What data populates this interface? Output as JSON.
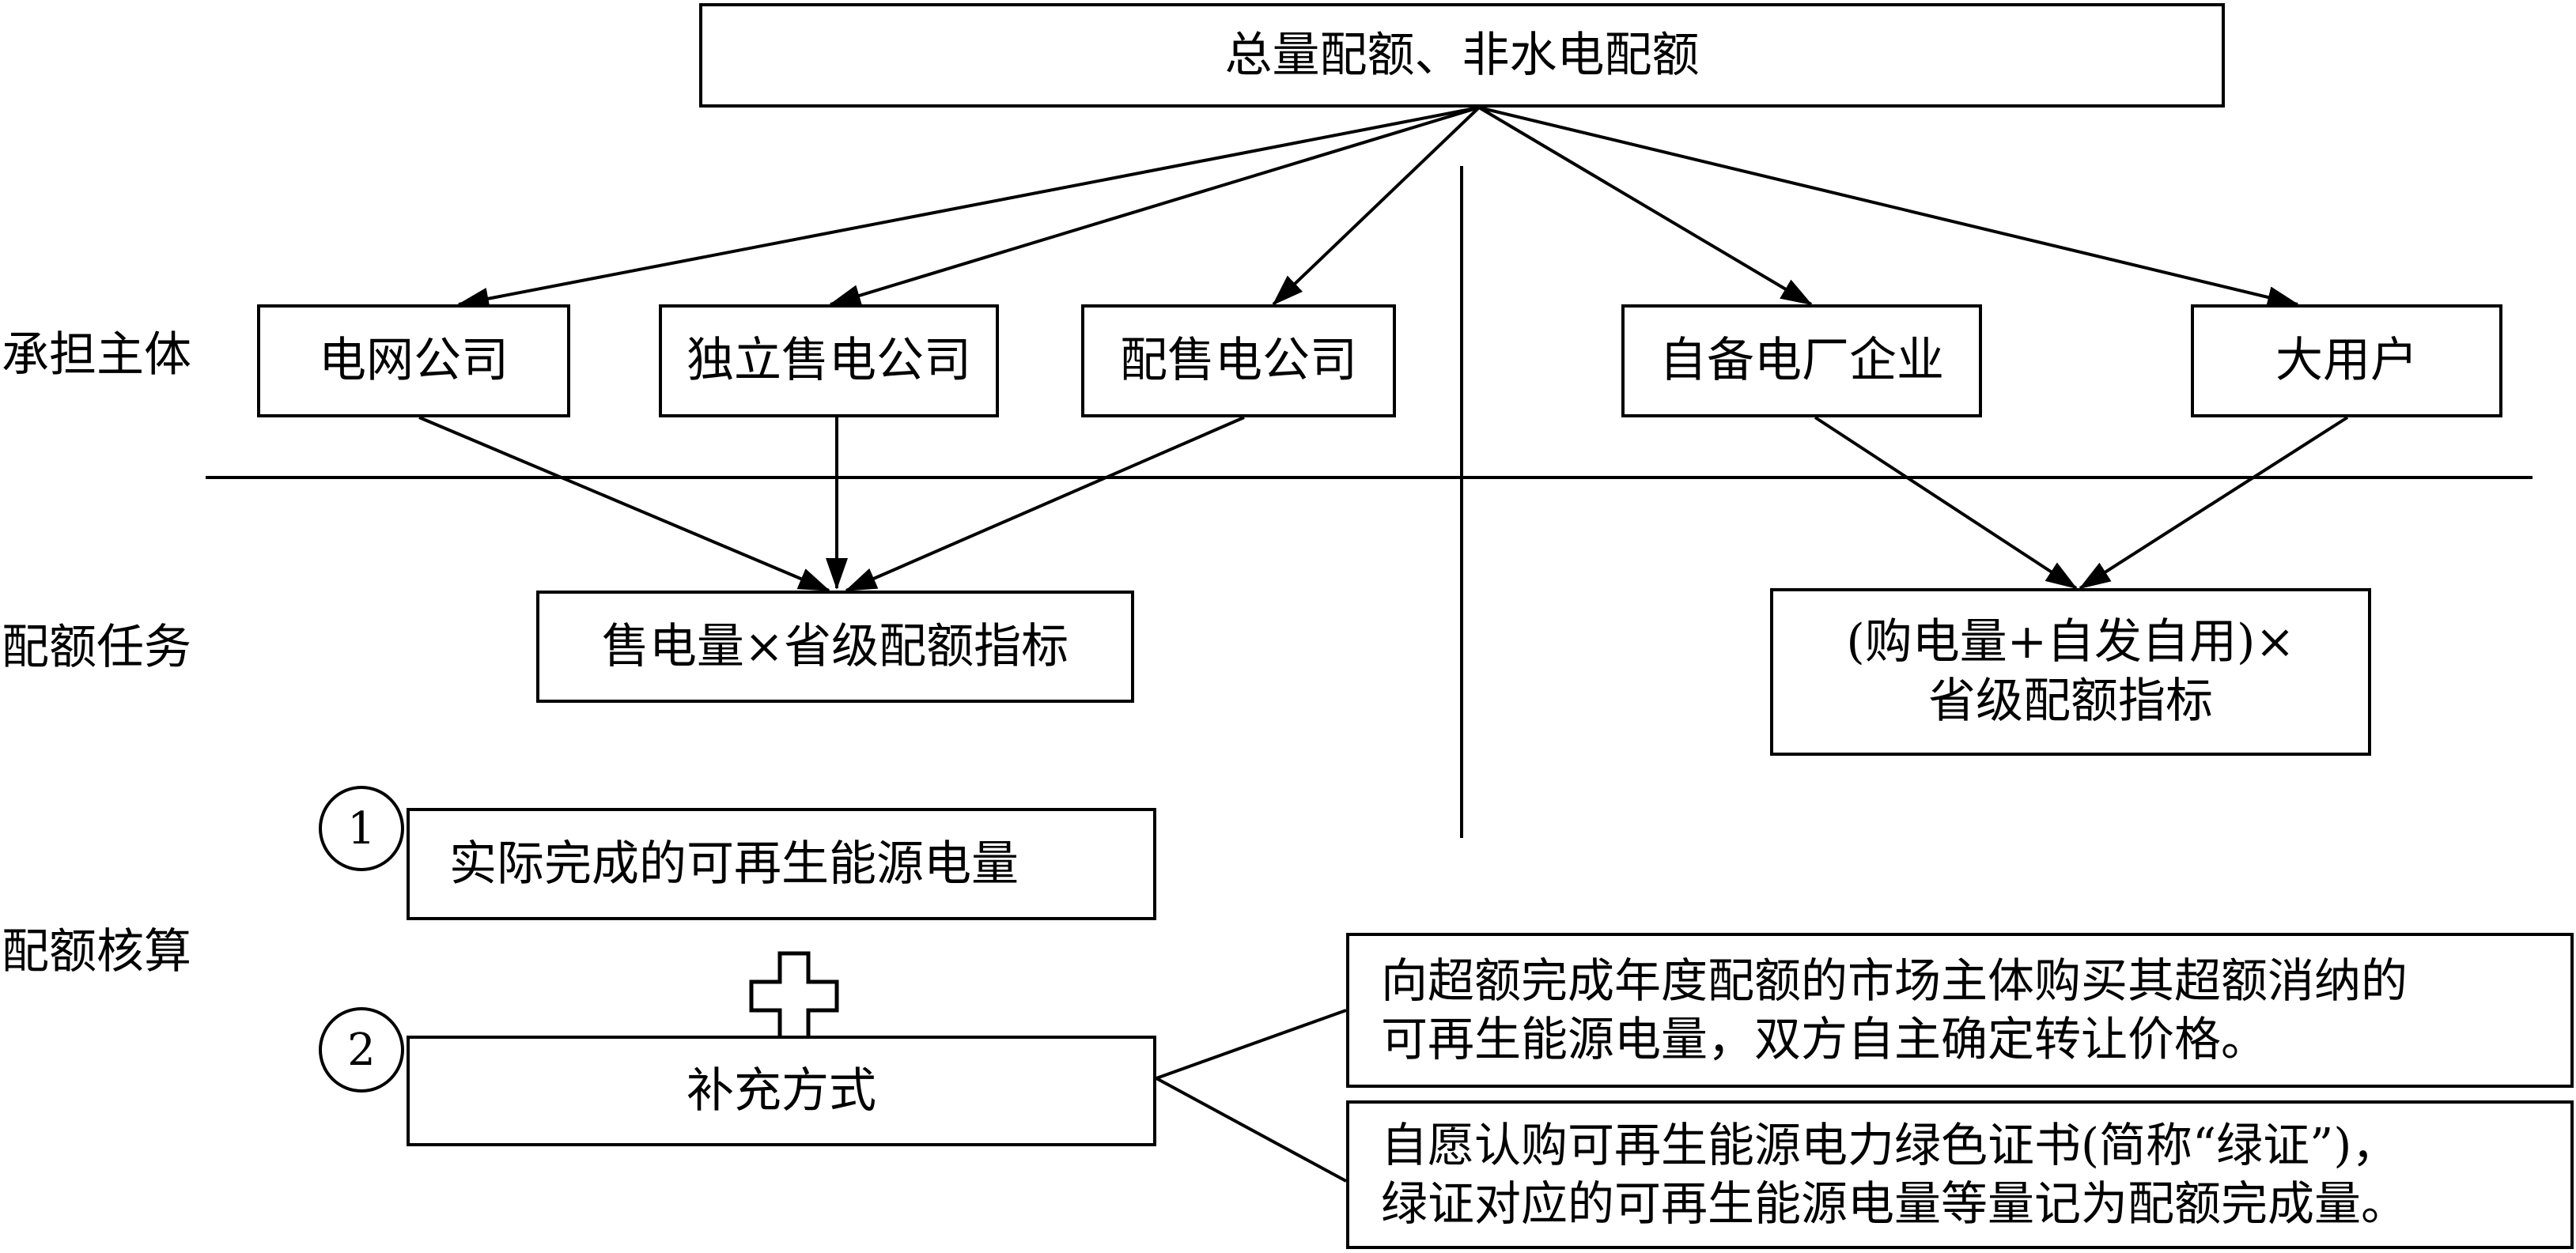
{
  "top": {
    "label": "总量配额、非水电配额"
  },
  "row_labels": {
    "entities": "承担主体",
    "task": "配额任务",
    "accounting": "配额核算"
  },
  "entities_left": [
    {
      "label": "电网公司"
    },
    {
      "label": "独立售电公司"
    },
    {
      "label": "配售电公司"
    }
  ],
  "entities_right": [
    {
      "label": "自备电厂企业"
    },
    {
      "label": "大用户"
    }
  ],
  "task_left": {
    "label": "售电量×省级配额指标"
  },
  "task_right": {
    "line1": "(购电量+自发自用)×",
    "line2": "省级配额指标"
  },
  "accounting": {
    "step1_number": "1",
    "step1_label": "实际完成的可再生能源电量",
    "step2_number": "2",
    "step2_label": "补充方式",
    "option1_line1": "向超额完成年度配额的市场主体购买其超额消纳的",
    "option1_line2": "可再生能源电量，双方自主确定转让价格。",
    "option2_line1": "自愿认购可再生能源电力绿色证书(简称“绿证”)，",
    "option2_line2": "绿证对应的可再生能源电量等量记为配额完成量。"
  }
}
